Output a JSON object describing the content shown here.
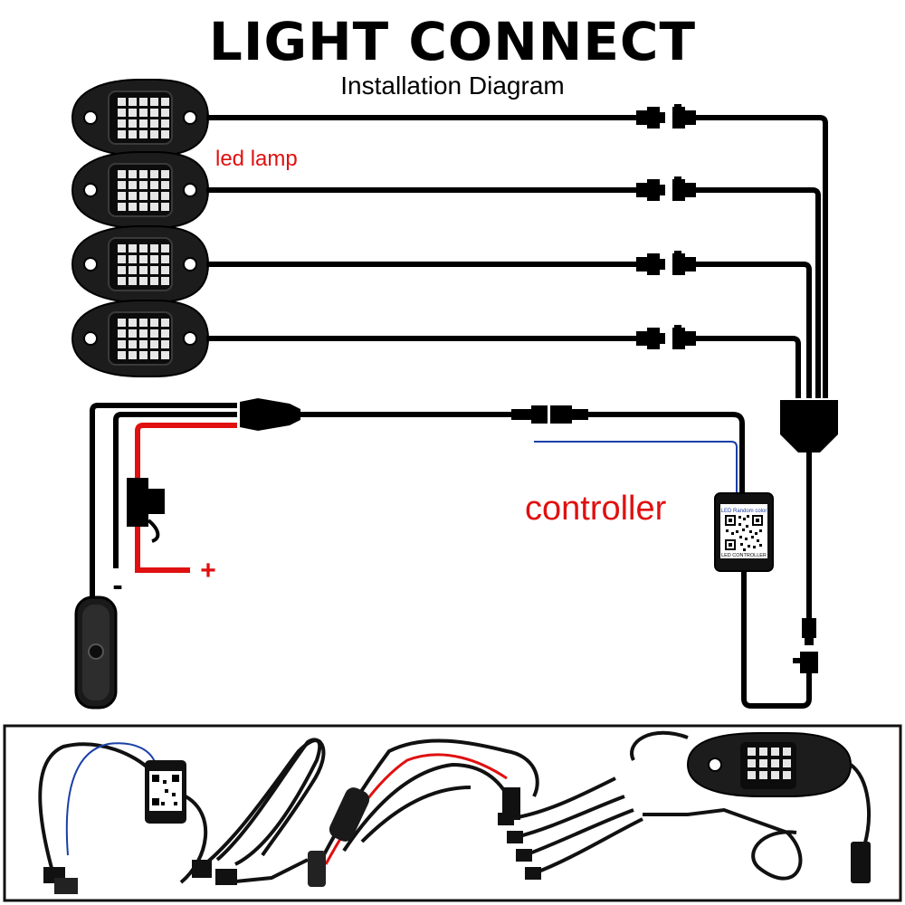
{
  "header": {
    "title": "LIGHT CONNECT",
    "subtitle": "Installation Diagram"
  },
  "labels": {
    "led_lamp": "led lamp",
    "controller": "controller",
    "plus": "+",
    "minus": "-"
  },
  "controller_box": {
    "top_text": "LED Random color",
    "bottom_text": "LED CONTROLLER"
  },
  "colors": {
    "wire": "#000000",
    "positive_wire": "#e01010",
    "signal_wire": "#1a3fa8",
    "label_red": "#e01010",
    "panel_border": "#111111"
  }
}
